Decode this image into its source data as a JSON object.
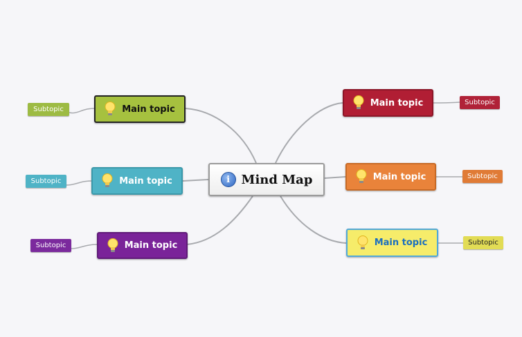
{
  "center": {
    "label": "Mind Map",
    "icon": "info-icon"
  },
  "topics": [
    {
      "label": "Main topic",
      "subtopic": "Subtopic",
      "color": "#a6c13f",
      "text_color": "#111111",
      "border": "#222222"
    },
    {
      "label": "Main topic",
      "subtopic": "Subtopic",
      "color": "#4fb3c6",
      "text_color": "#ffffff",
      "border": "#3a98aa"
    },
    {
      "label": "Main topic",
      "subtopic": "Subtopic",
      "color": "#7a2399",
      "text_color": "#ffffff",
      "border": "#5f1a78"
    },
    {
      "label": "Main topic",
      "subtopic": "Subtopic",
      "color": "#b11e34",
      "text_color": "#ffffff",
      "border": "#8c1527"
    },
    {
      "label": "Main topic",
      "subtopic": "Subtopic",
      "color": "#e9833a",
      "text_color": "#ffffff",
      "border": "#c76a26"
    },
    {
      "label": "Main topic",
      "subtopic": "Subtopic",
      "color": "#f6ec6a",
      "text_color": "#1a6fc0",
      "border": "#4fa8d9"
    }
  ],
  "subtopic_colors": [
    "#9dbb43",
    "#4fb3c6",
    "#7b2a9d",
    "#b02238",
    "#e07b36",
    "#e2dc55"
  ],
  "subtopic_text_colors": [
    "#ffffff",
    "#ffffff",
    "#ffffff",
    "#ffffff",
    "#ffffff",
    "#222222"
  ],
  "icons": {
    "topic": "lightbulb-icon",
    "center": "info-icon"
  },
  "line_color": "#a8aaae"
}
